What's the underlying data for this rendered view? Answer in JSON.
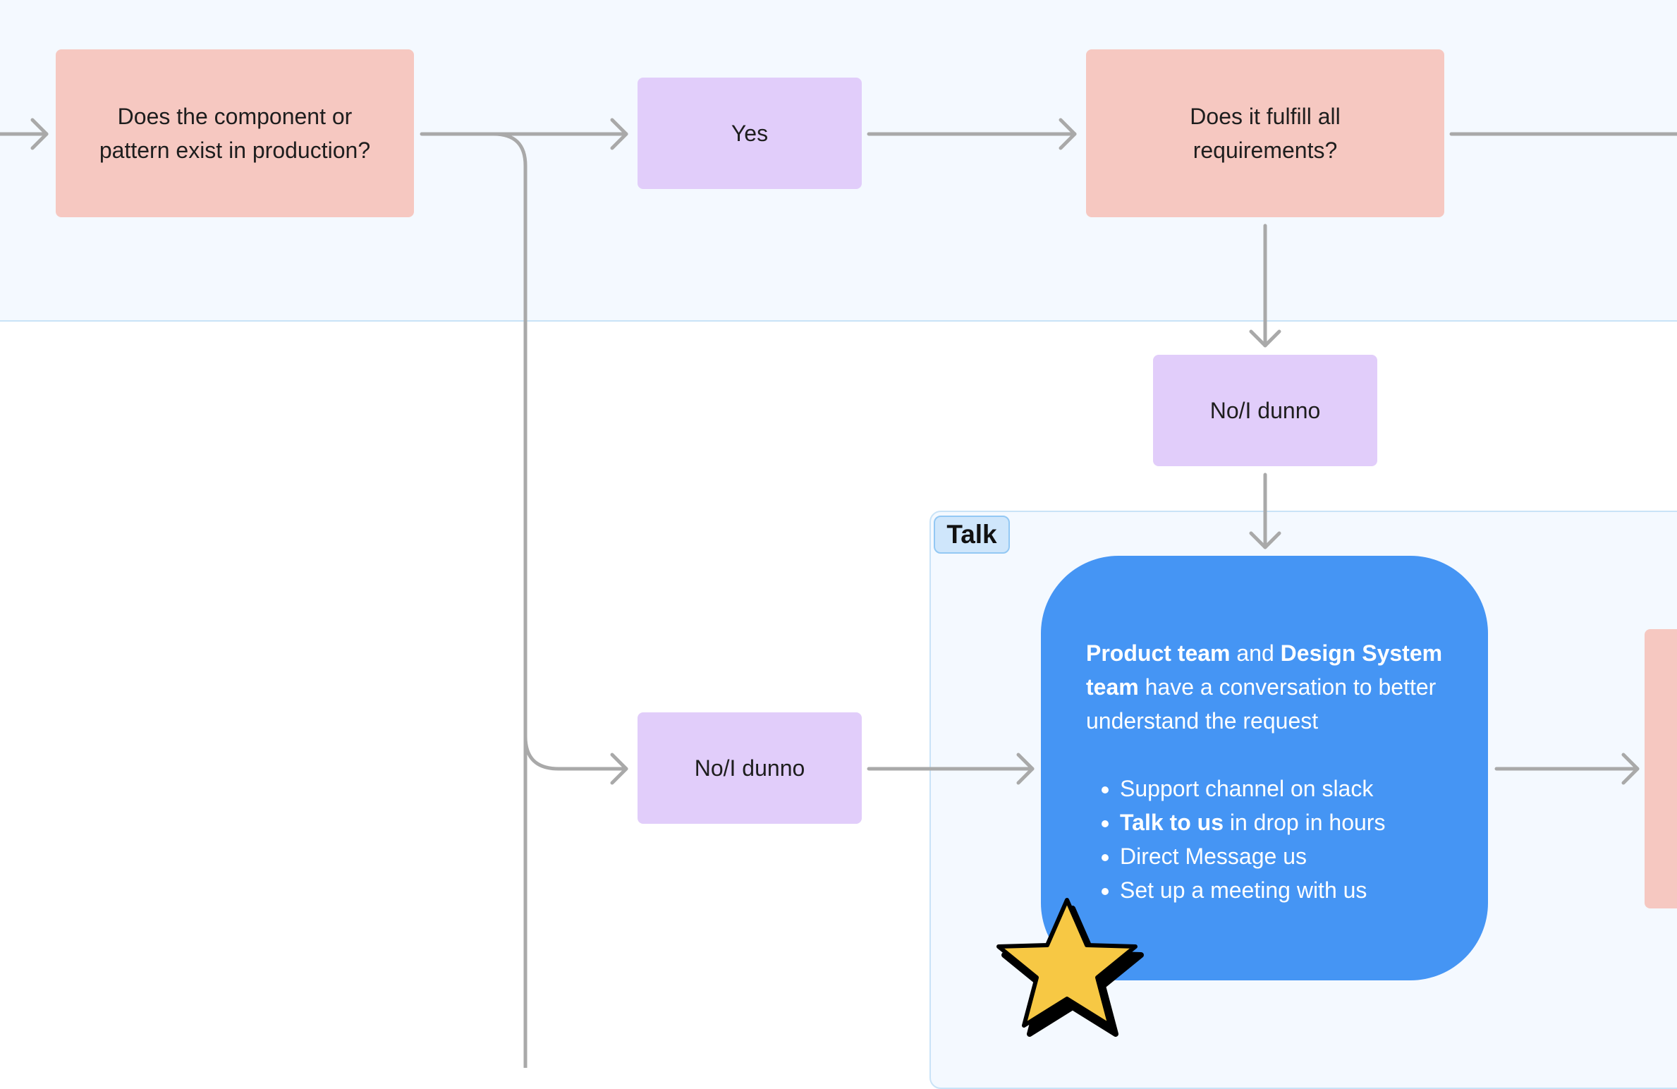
{
  "nodes": {
    "exists_question": "Does the component or pattern exist in production?",
    "yes": "Yes",
    "fulfill_question": "Does it fulfill all requirements?",
    "no_dunno_right": "No/I dunno",
    "no_dunno_left": "No/I dunno"
  },
  "talk_section": {
    "label": "Talk",
    "card": {
      "intro_bold_1": "Product team",
      "intro_and": "and",
      "intro_bold_2": "Design System team",
      "intro_rest": "have a conversation to better understand the request",
      "bullets": {
        "item1": "Support channel on slack",
        "item2_bold": "Talk to us",
        "item2_rest": "in drop in hours",
        "item3": "Direct Message us",
        "item4": "Set up a meeting with us"
      }
    }
  },
  "colors": {
    "question_node": "#f6c8c1",
    "answer_node": "#e1cdfa",
    "action_node": "#4595f4",
    "section_bg": "#f4f9ff",
    "connector": "#a9a9a9",
    "star": "#f7c844"
  },
  "icons": {
    "sticker": "star-icon"
  }
}
